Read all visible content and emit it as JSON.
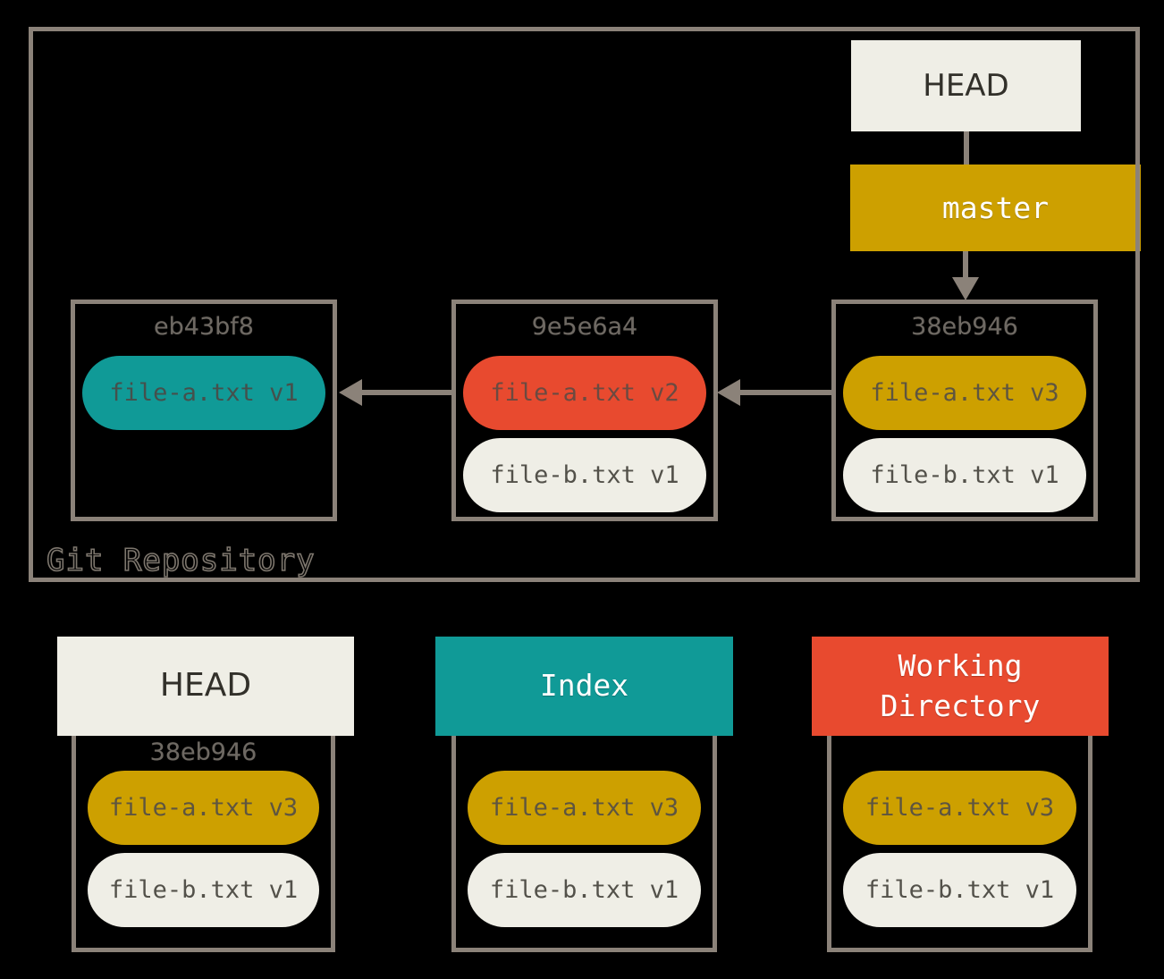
{
  "colors": {
    "background": "#000000",
    "border_gray": "#8B8279",
    "offwhite": "#EFEEE6",
    "teal": "#109A97",
    "red": "#E84A2F",
    "gold": "#CDA000",
    "dark_text": "#32302A",
    "hash_text": "#6E6963",
    "pill_text": "#53514A",
    "white_text": "#FFFFFF"
  },
  "repository": {
    "label": "Git Repository",
    "head_pointer": "HEAD",
    "branch_pointer": "master",
    "commits": [
      {
        "hash": "eb43bf8",
        "file_a": "file-a.txt v1"
      },
      {
        "hash": "9e5e6a4",
        "file_a": "file-a.txt v2",
        "file_b": "file-b.txt v1"
      },
      {
        "hash": "38eb946",
        "file_a": "file-a.txt v3",
        "file_b": "file-b.txt v1"
      }
    ]
  },
  "trees": [
    {
      "title": "HEAD",
      "hash": "38eb946",
      "file_a": "file-a.txt v3",
      "file_b": "file-b.txt v1"
    },
    {
      "title": "Index",
      "file_a": "file-a.txt v3",
      "file_b": "file-b.txt v1"
    },
    {
      "title": "Working Directory",
      "file_a": "file-a.txt v3",
      "file_b": "file-b.txt v1"
    }
  ]
}
